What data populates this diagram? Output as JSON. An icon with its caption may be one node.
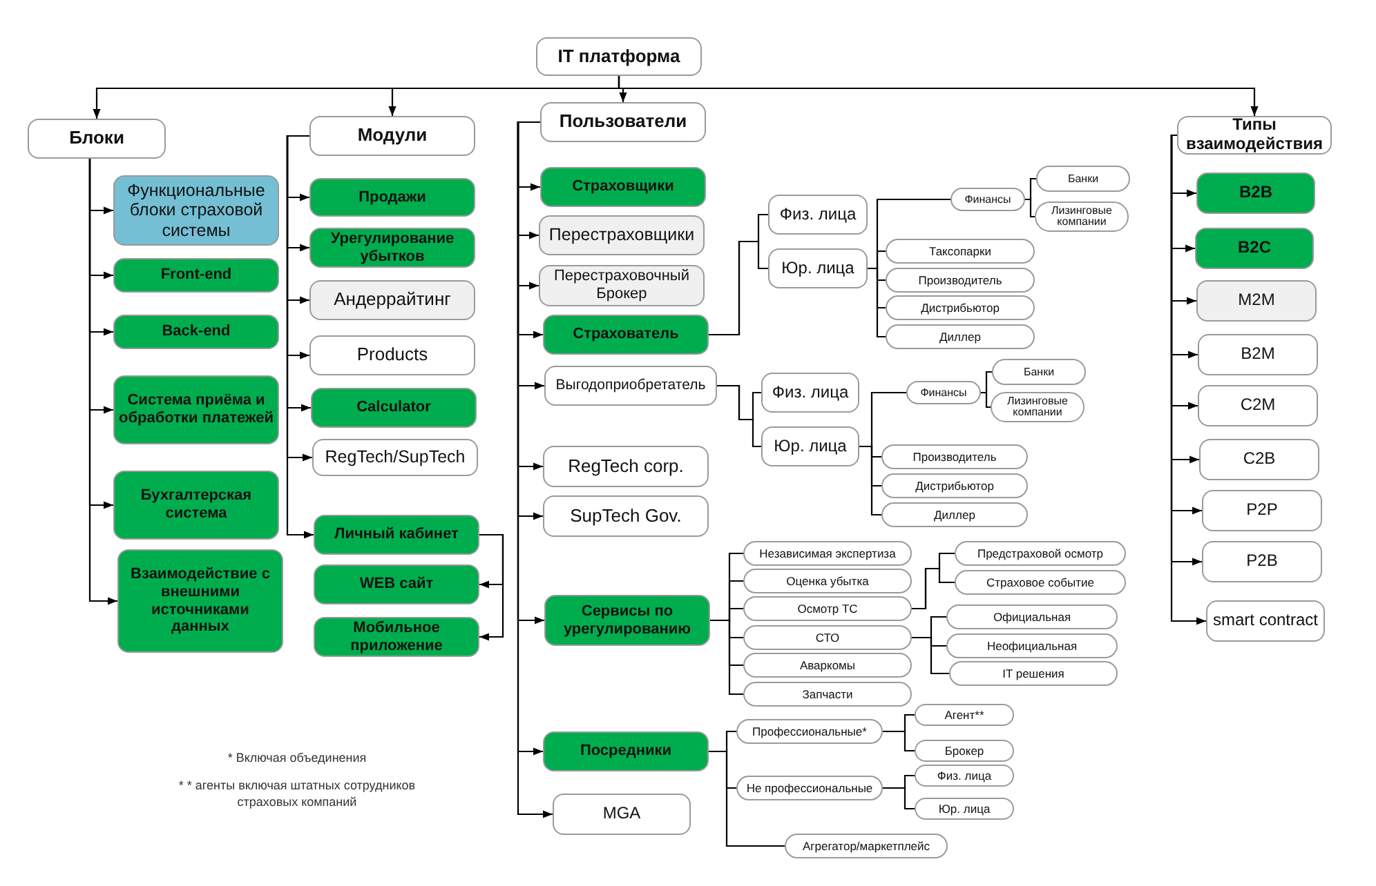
{
  "diagram": {
    "nodes": [
      {
        "text": [
          "IT платформа"
        ]
      },
      {
        "text": [
          "Блоки"
        ]
      },
      {
        "text": [
          "Функциональные блоки страховой системы"
        ]
      },
      {
        "text": [
          "Front-end"
        ]
      },
      {
        "text": [
          "Back-end"
        ]
      },
      {
        "text": [
          "Система приёма и обработки платежей"
        ]
      },
      {
        "text": [
          "Бухгалтерская система"
        ]
      },
      {
        "text": [
          "Взаимодействие с внешними источниками данных"
        ]
      },
      {
        "text": [
          "Модули"
        ]
      },
      {
        "text": [
          "Продажи"
        ]
      },
      {
        "text": [
          "Урегулирование убытков"
        ]
      },
      {
        "text": [
          "Андеррайтинг"
        ]
      },
      {
        "text": [
          "Products"
        ]
      },
      {
        "text": [
          "Calculator"
        ]
      },
      {
        "text": [
          "RegTech/SupTech"
        ]
      },
      {
        "text": [
          "Личный кабинет"
        ]
      },
      {
        "text": [
          "WEB сайт"
        ]
      },
      {
        "text": [
          "Мобильное приложение"
        ]
      },
      {
        "text": [
          "Пользователи"
        ]
      },
      {
        "text": [
          "Страховщики"
        ]
      },
      {
        "text": [
          "Перестраховщики"
        ]
      },
      {
        "text": [
          "Перестраховочный Брокер"
        ]
      },
      {
        "text": [
          "Страхователь"
        ]
      },
      {
        "text": [
          "Выгодоприобретатель"
        ]
      },
      {
        "text": [
          "RegTech corp."
        ]
      },
      {
        "text": [
          "SupTech Gov."
        ]
      },
      {
        "text": [
          "Сервисы по урегулированию"
        ]
      },
      {
        "text": [
          "Посредники"
        ]
      },
      {
        "text": [
          "MGA"
        ]
      },
      {
        "text": [
          "Физ. лица"
        ]
      },
      {
        "text": [
          "Юр. лица"
        ]
      },
      {
        "text": [
          "Финансы"
        ]
      },
      {
        "text": [
          "Банки"
        ]
      },
      {
        "text": [
          "Лизинговые компании"
        ]
      },
      {
        "text": [
          "Таксопарки"
        ]
      },
      {
        "text": [
          "Производитель"
        ]
      },
      {
        "text": [
          "Дистрибьютор"
        ]
      },
      {
        "text": [
          "Диллер"
        ]
      },
      {
        "text": [
          "Физ. лица"
        ]
      },
      {
        "text": [
          "Юр. лица"
        ]
      },
      {
        "text": [
          "Финансы"
        ]
      },
      {
        "text": [
          "Банки"
        ]
      },
      {
        "text": [
          "Лизинговые компании"
        ]
      },
      {
        "text": [
          "Производитель"
        ]
      },
      {
        "text": [
          "Дистрибьютор"
        ]
      },
      {
        "text": [
          "Диллер"
        ]
      },
      {
        "text": [
          "Независимая экспертиза"
        ]
      },
      {
        "text": [
          "Оценка убытка"
        ]
      },
      {
        "text": [
          "Осмотр ТС"
        ]
      },
      {
        "text": [
          "СТО"
        ]
      },
      {
        "text": [
          "Аваркомы"
        ]
      },
      {
        "text": [
          "Запчасти"
        ]
      },
      {
        "text": [
          "Предстраховой осмотр"
        ]
      },
      {
        "text": [
          "Страховое событие"
        ]
      },
      {
        "text": [
          "Официальная"
        ]
      },
      {
        "text": [
          "Неофициальная"
        ]
      },
      {
        "text": [
          "IT решения"
        ]
      },
      {
        "text": [
          "Профессиональные*"
        ]
      },
      {
        "text": [
          "Агент**"
        ]
      },
      {
        "text": [
          "Брокер"
        ]
      },
      {
        "text": [
          "Не профессиональные"
        ]
      },
      {
        "text": [
          "Физ. лица"
        ]
      },
      {
        "text": [
          "Юр. лица"
        ]
      },
      {
        "text": [
          "Агрегатор/маркетплейс"
        ]
      },
      {
        "text": [
          "Типы взаимодействия"
        ]
      },
      {
        "text": [
          "B2B"
        ]
      },
      {
        "text": [
          "B2C"
        ]
      },
      {
        "text": [
          "M2M"
        ]
      },
      {
        "text": [
          "B2M"
        ]
      },
      {
        "text": [
          "C2M"
        ]
      },
      {
        "text": [
          "C2B"
        ]
      },
      {
        "text": [
          "P2P"
        ]
      },
      {
        "text": [
          "P2B"
        ]
      },
      {
        "text": [
          "smart contract"
        ]
      }
    ],
    "edges": [
      {
        "from": 0,
        "to": 1,
        "arrow": "to"
      },
      {
        "from": 0,
        "to": 8,
        "arrow": "to"
      },
      {
        "from": 0,
        "to": 18,
        "arrow": "to"
      },
      {
        "from": 0,
        "to": 64,
        "arrow": "to"
      },
      {
        "from": 1,
        "to": 2,
        "arrow": "to"
      },
      {
        "from": 1,
        "to": 3,
        "arrow": "to"
      },
      {
        "from": 1,
        "to": 4,
        "arrow": "to"
      },
      {
        "from": 1,
        "to": 5,
        "arrow": "to"
      },
      {
        "from": 1,
        "to": 6,
        "arrow": "to"
      },
      {
        "from": 1,
        "to": 7,
        "arrow": "to"
      },
      {
        "from": 8,
        "to": 9,
        "arrow": "to"
      },
      {
        "from": 8,
        "to": 10,
        "arrow": "to"
      },
      {
        "from": 8,
        "to": 11,
        "arrow": "to"
      },
      {
        "from": 8,
        "to": 12,
        "arrow": "to"
      },
      {
        "from": 8,
        "to": 13,
        "arrow": "to"
      },
      {
        "from": 8,
        "to": 14,
        "arrow": "to"
      },
      {
        "from": 8,
        "to": 15,
        "arrow": "to"
      },
      {
        "from": 15,
        "to": 16,
        "arrow": "to"
      },
      {
        "from": 15,
        "to": 17,
        "arrow": "to"
      },
      {
        "from": 18,
        "to": 19,
        "arrow": "to"
      },
      {
        "from": 18,
        "to": 20,
        "arrow": "to"
      },
      {
        "from": 18,
        "to": 21,
        "arrow": "to"
      },
      {
        "from": 18,
        "to": 22,
        "arrow": "to"
      },
      {
        "from": 18,
        "to": 23,
        "arrow": "to"
      },
      {
        "from": 18,
        "to": 24,
        "arrow": "to"
      },
      {
        "from": 18,
        "to": 25,
        "arrow": "to"
      },
      {
        "from": 18,
        "to": 26,
        "arrow": "to"
      },
      {
        "from": 18,
        "to": 27,
        "arrow": "to"
      },
      {
        "from": 18,
        "to": 28,
        "arrow": "to"
      },
      {
        "from": 22,
        "to": 29,
        "arrow": "none"
      },
      {
        "from": 22,
        "to": 30,
        "arrow": "none"
      },
      {
        "from": 30,
        "to": 31,
        "arrow": "none"
      },
      {
        "from": 30,
        "to": 34,
        "arrow": "none"
      },
      {
        "from": 30,
        "to": 35,
        "arrow": "none"
      },
      {
        "from": 30,
        "to": 36,
        "arrow": "none"
      },
      {
        "from": 30,
        "to": 37,
        "arrow": "none"
      },
      {
        "from": 31,
        "to": 32,
        "arrow": "none"
      },
      {
        "from": 31,
        "to": 33,
        "arrow": "none"
      },
      {
        "from": 23,
        "to": 38,
        "arrow": "none"
      },
      {
        "from": 23,
        "to": 39,
        "arrow": "none"
      },
      {
        "from": 39,
        "to": 40,
        "arrow": "none"
      },
      {
        "from": 39,
        "to": 43,
        "arrow": "none"
      },
      {
        "from": 39,
        "to": 44,
        "arrow": "none"
      },
      {
        "from": 39,
        "to": 45,
        "arrow": "none"
      },
      {
        "from": 40,
        "to": 41,
        "arrow": "none"
      },
      {
        "from": 40,
        "to": 42,
        "arrow": "none"
      },
      {
        "from": 26,
        "to": 46,
        "arrow": "none"
      },
      {
        "from": 26,
        "to": 47,
        "arrow": "none"
      },
      {
        "from": 26,
        "to": 48,
        "arrow": "none"
      },
      {
        "from": 26,
        "to": 49,
        "arrow": "none"
      },
      {
        "from": 26,
        "to": 50,
        "arrow": "none"
      },
      {
        "from": 26,
        "to": 51,
        "arrow": "none"
      },
      {
        "from": 48,
        "to": 52,
        "arrow": "none"
      },
      {
        "from": 48,
        "to": 53,
        "arrow": "none"
      },
      {
        "from": 49,
        "to": 54,
        "arrow": "none"
      },
      {
        "from": 49,
        "to": 55,
        "arrow": "none"
      },
      {
        "from": 49,
        "to": 56,
        "arrow": "none"
      },
      {
        "from": 27,
        "to": 57,
        "arrow": "none"
      },
      {
        "from": 27,
        "to": 60,
        "arrow": "none"
      },
      {
        "from": 27,
        "to": 63,
        "arrow": "none"
      },
      {
        "from": 57,
        "to": 58,
        "arrow": "none"
      },
      {
        "from": 57,
        "to": 59,
        "arrow": "none"
      },
      {
        "from": 60,
        "to": 61,
        "arrow": "none"
      },
      {
        "from": 60,
        "to": 62,
        "arrow": "none"
      },
      {
        "from": 64,
        "to": 65,
        "arrow": "to"
      },
      {
        "from": 64,
        "to": 66,
        "arrow": "to"
      },
      {
        "from": 64,
        "to": 67,
        "arrow": "to"
      },
      {
        "from": 64,
        "to": 68,
        "arrow": "to"
      },
      {
        "from": 64,
        "to": 69,
        "arrow": "to"
      },
      {
        "from": 64,
        "to": 70,
        "arrow": "to"
      },
      {
        "from": 64,
        "to": 71,
        "arrow": "to"
      },
      {
        "from": 64,
        "to": 72,
        "arrow": "to"
      },
      {
        "from": 64,
        "to": 73,
        "arrow": "to"
      }
    ],
    "labels": [
      "* Включая объединения",
      "* * агенты включая штатных сотрудников страховых компаний"
    ]
  }
}
